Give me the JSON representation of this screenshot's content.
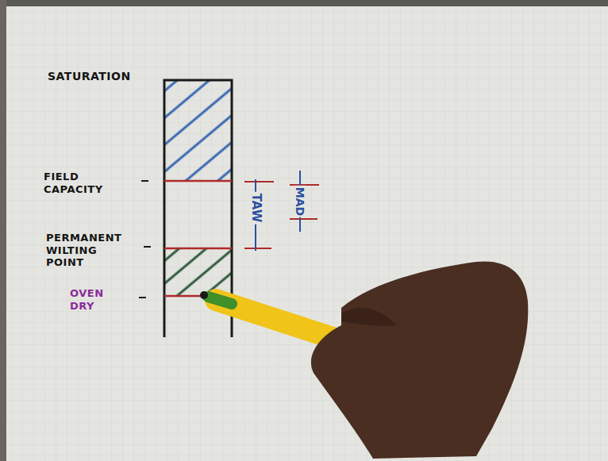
{
  "diagram": {
    "labels": [
      "SATURATION",
      "FIELD CAPACITY",
      "PERMANENT WILTING POINT",
      "OVEN DRY",
      "TAW",
      "MAD"
    ]
  }
}
